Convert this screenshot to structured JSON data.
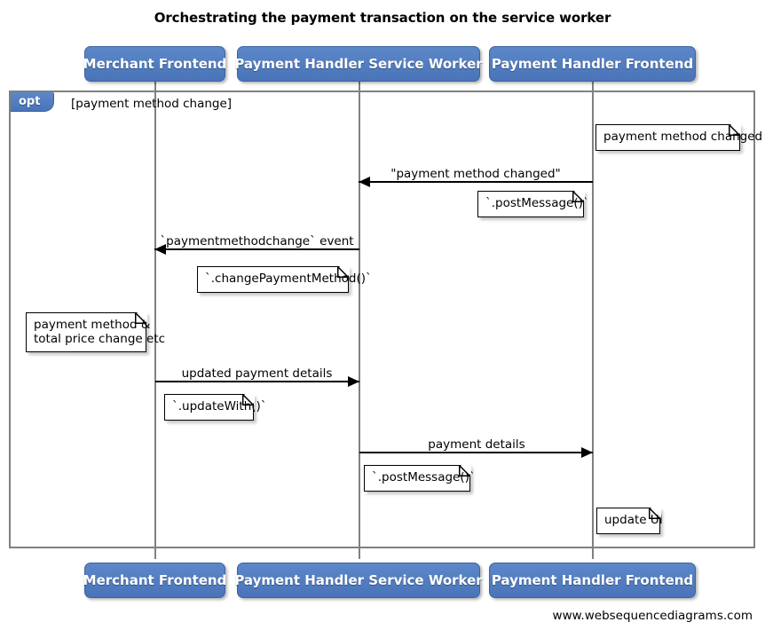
{
  "diagram": {
    "title": "Orchestrating the payment transaction on the service worker",
    "footer": "www.websequencediagrams.com",
    "type": "sequence-diagram",
    "colors": {
      "participant_fill": "#4f7cc0",
      "participant_text": "#ffffff",
      "frame_border": "#808080",
      "lifeline": "#808080",
      "message": "#000000",
      "note_fill": "#ffffff",
      "note_border": "#000000",
      "background": "#ffffff"
    }
  },
  "participants": [
    {
      "id": "merchant",
      "label": "Merchant Frontend"
    },
    {
      "id": "sw",
      "label": "Payment Handler Service Worker"
    },
    {
      "id": "ph_frontend",
      "label": "Payment Handler Frontend"
    }
  ],
  "fragment": {
    "kind": "opt",
    "kind_label": "opt",
    "guard": "[payment method change]"
  },
  "messages": [
    {
      "id": "m1",
      "label": "\"payment method changed\"",
      "from": "ph_frontend",
      "to": "sw",
      "direction": "left"
    },
    {
      "id": "m2",
      "label": "`paymentmethodchange` event",
      "from": "sw",
      "to": "merchant",
      "direction": "left"
    },
    {
      "id": "m3",
      "label": "updated payment details",
      "from": "merchant",
      "to": "sw",
      "direction": "right"
    },
    {
      "id": "m4",
      "label": "payment details",
      "from": "sw",
      "to": "ph_frontend",
      "direction": "right"
    }
  ],
  "notes": [
    {
      "id": "n1",
      "text": "payment method changed",
      "attached_to": "ph_frontend"
    },
    {
      "id": "n2",
      "text": "`.postMessage()`",
      "attached_to": "ph_frontend"
    },
    {
      "id": "n3",
      "text": "`.changePaymentMethod()`",
      "attached_to": "sw"
    },
    {
      "id": "n4",
      "text": "payment method &\ntotal price change etc",
      "attached_to": "merchant"
    },
    {
      "id": "n5",
      "text": "`.updateWith()`",
      "attached_to": "merchant"
    },
    {
      "id": "n6",
      "text": "`.postMessage()`",
      "attached_to": "sw"
    },
    {
      "id": "n7",
      "text": "update UI",
      "attached_to": "ph_frontend"
    }
  ]
}
